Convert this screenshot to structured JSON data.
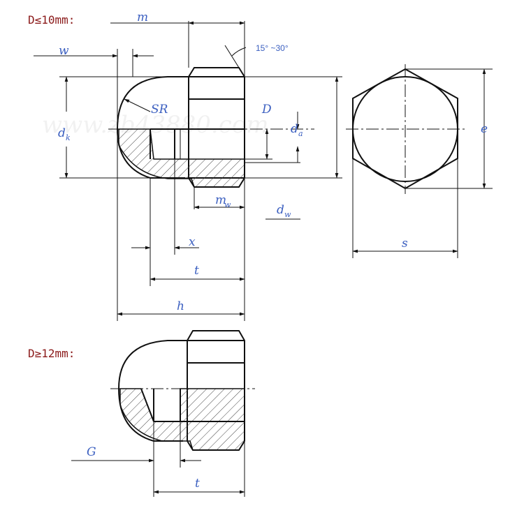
{
  "headings": {
    "small": "D≤10mm:",
    "large": "D≥12mm:"
  },
  "dimensions": {
    "m": "m",
    "w": "w",
    "SR": "SR",
    "D": "D",
    "dk_main": "d",
    "dk_sub": "k",
    "da_main": "d",
    "da_sub": "a",
    "mw_main": "m",
    "mw_sub": "w",
    "dw_main": "d",
    "dw_sub": "w",
    "x": "x",
    "t": "t",
    "h": "h",
    "e": "e",
    "s": "s",
    "G": "G",
    "t2": "t"
  },
  "angle_label": "15° ~30°",
  "watermark": "www.zb43880.com"
}
